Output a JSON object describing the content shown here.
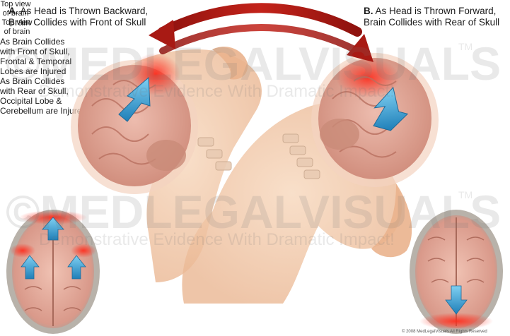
{
  "panel_a": {
    "letter": "A.",
    "line1": "As Head is Thrown Backward,",
    "line2": "Brain Collides with Front of Skull"
  },
  "panel_b": {
    "letter": "B.",
    "line1": "As Head is Thrown Forward,",
    "line2": "Brain Collides with Rear of Skull"
  },
  "top_view_left": {
    "line1": "Top view",
    "line2": "of brain"
  },
  "top_view_right": {
    "line1": "Top view",
    "line2": "of brain"
  },
  "caption_left": {
    "line1": "As Brain Collides",
    "line2": "with Front of Skull,",
    "line3": "Frontal & Temporal",
    "line4": "Lobes are Injured"
  },
  "caption_right": {
    "line1": "As Brain Collides",
    "line2": "with Rear of Skull,",
    "line3": "Occipital Lobe &",
    "line4": "Cerebellum are Injured"
  },
  "watermark": {
    "brand": "©MEDLEGALVISUALS",
    "tm": "TM",
    "tagline": "Demonstrative Evidence With Dramatic Impact!"
  },
  "copyright": "© 2008 MedLegalVisuals All Rights Reserved",
  "colors": {
    "brain": "#e3a99a",
    "brain_dark": "#c7826f",
    "skin": "#f2c7a4",
    "arrow_blue": "#3aa2d8",
    "arc_red": "#a81a14",
    "impact_red": "#e8342a"
  }
}
